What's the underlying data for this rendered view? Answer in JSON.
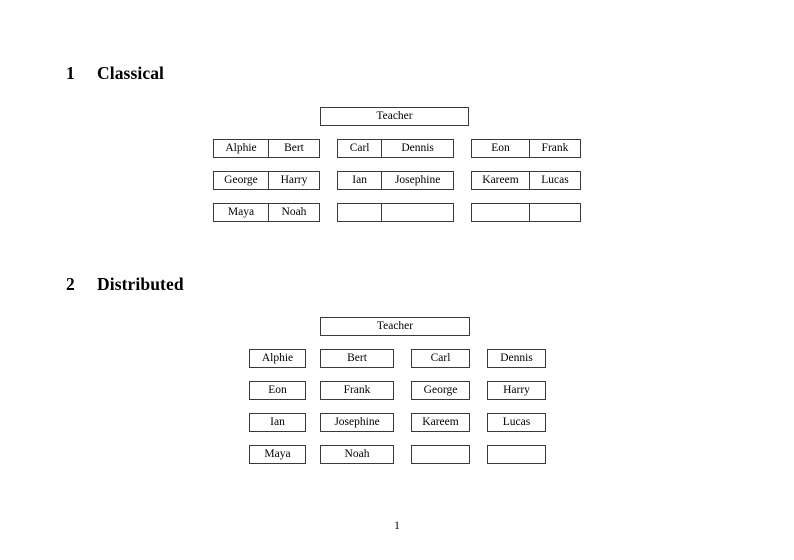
{
  "document": {
    "page_number": "1"
  },
  "sections": [
    {
      "number": "1",
      "title": "Classical",
      "teacher_label": "Teacher",
      "layout": "three-groups-of-paired-cells",
      "groups": [
        {
          "name": "left",
          "rows": [
            {
              "cells": [
                "Alphie",
                "Bert"
              ]
            },
            {
              "cells": [
                "George",
                "Harry"
              ]
            },
            {
              "cells": [
                "Maya",
                "Noah"
              ]
            }
          ]
        },
        {
          "name": "middle",
          "rows": [
            {
              "cells": [
                "Carl",
                "Dennis"
              ]
            },
            {
              "cells": [
                "Ian",
                "Josephine"
              ]
            },
            {
              "cells": [
                "",
                ""
              ]
            }
          ]
        },
        {
          "name": "right",
          "rows": [
            {
              "cells": [
                "Eon",
                "Frank"
              ]
            },
            {
              "cells": [
                "Kareem",
                "Lucas"
              ]
            },
            {
              "cells": [
                "",
                ""
              ]
            }
          ]
        }
      ]
    },
    {
      "number": "2",
      "title": "Distributed",
      "teacher_label": "Teacher",
      "layout": "four-columns-of-single-boxes",
      "rows": [
        {
          "cells": [
            "Alphie",
            "Bert",
            "Carl",
            "Dennis"
          ]
        },
        {
          "cells": [
            "Eon",
            "Frank",
            "George",
            "Harry"
          ]
        },
        {
          "cells": [
            "Ian",
            "Josephine",
            "Kareem",
            "Lucas"
          ]
        },
        {
          "cells": [
            "Maya",
            "Noah",
            "",
            ""
          ]
        }
      ]
    }
  ],
  "colors": {
    "page_background": "#ffffff",
    "text": "#000000",
    "box_border": "#3a3a3a"
  }
}
